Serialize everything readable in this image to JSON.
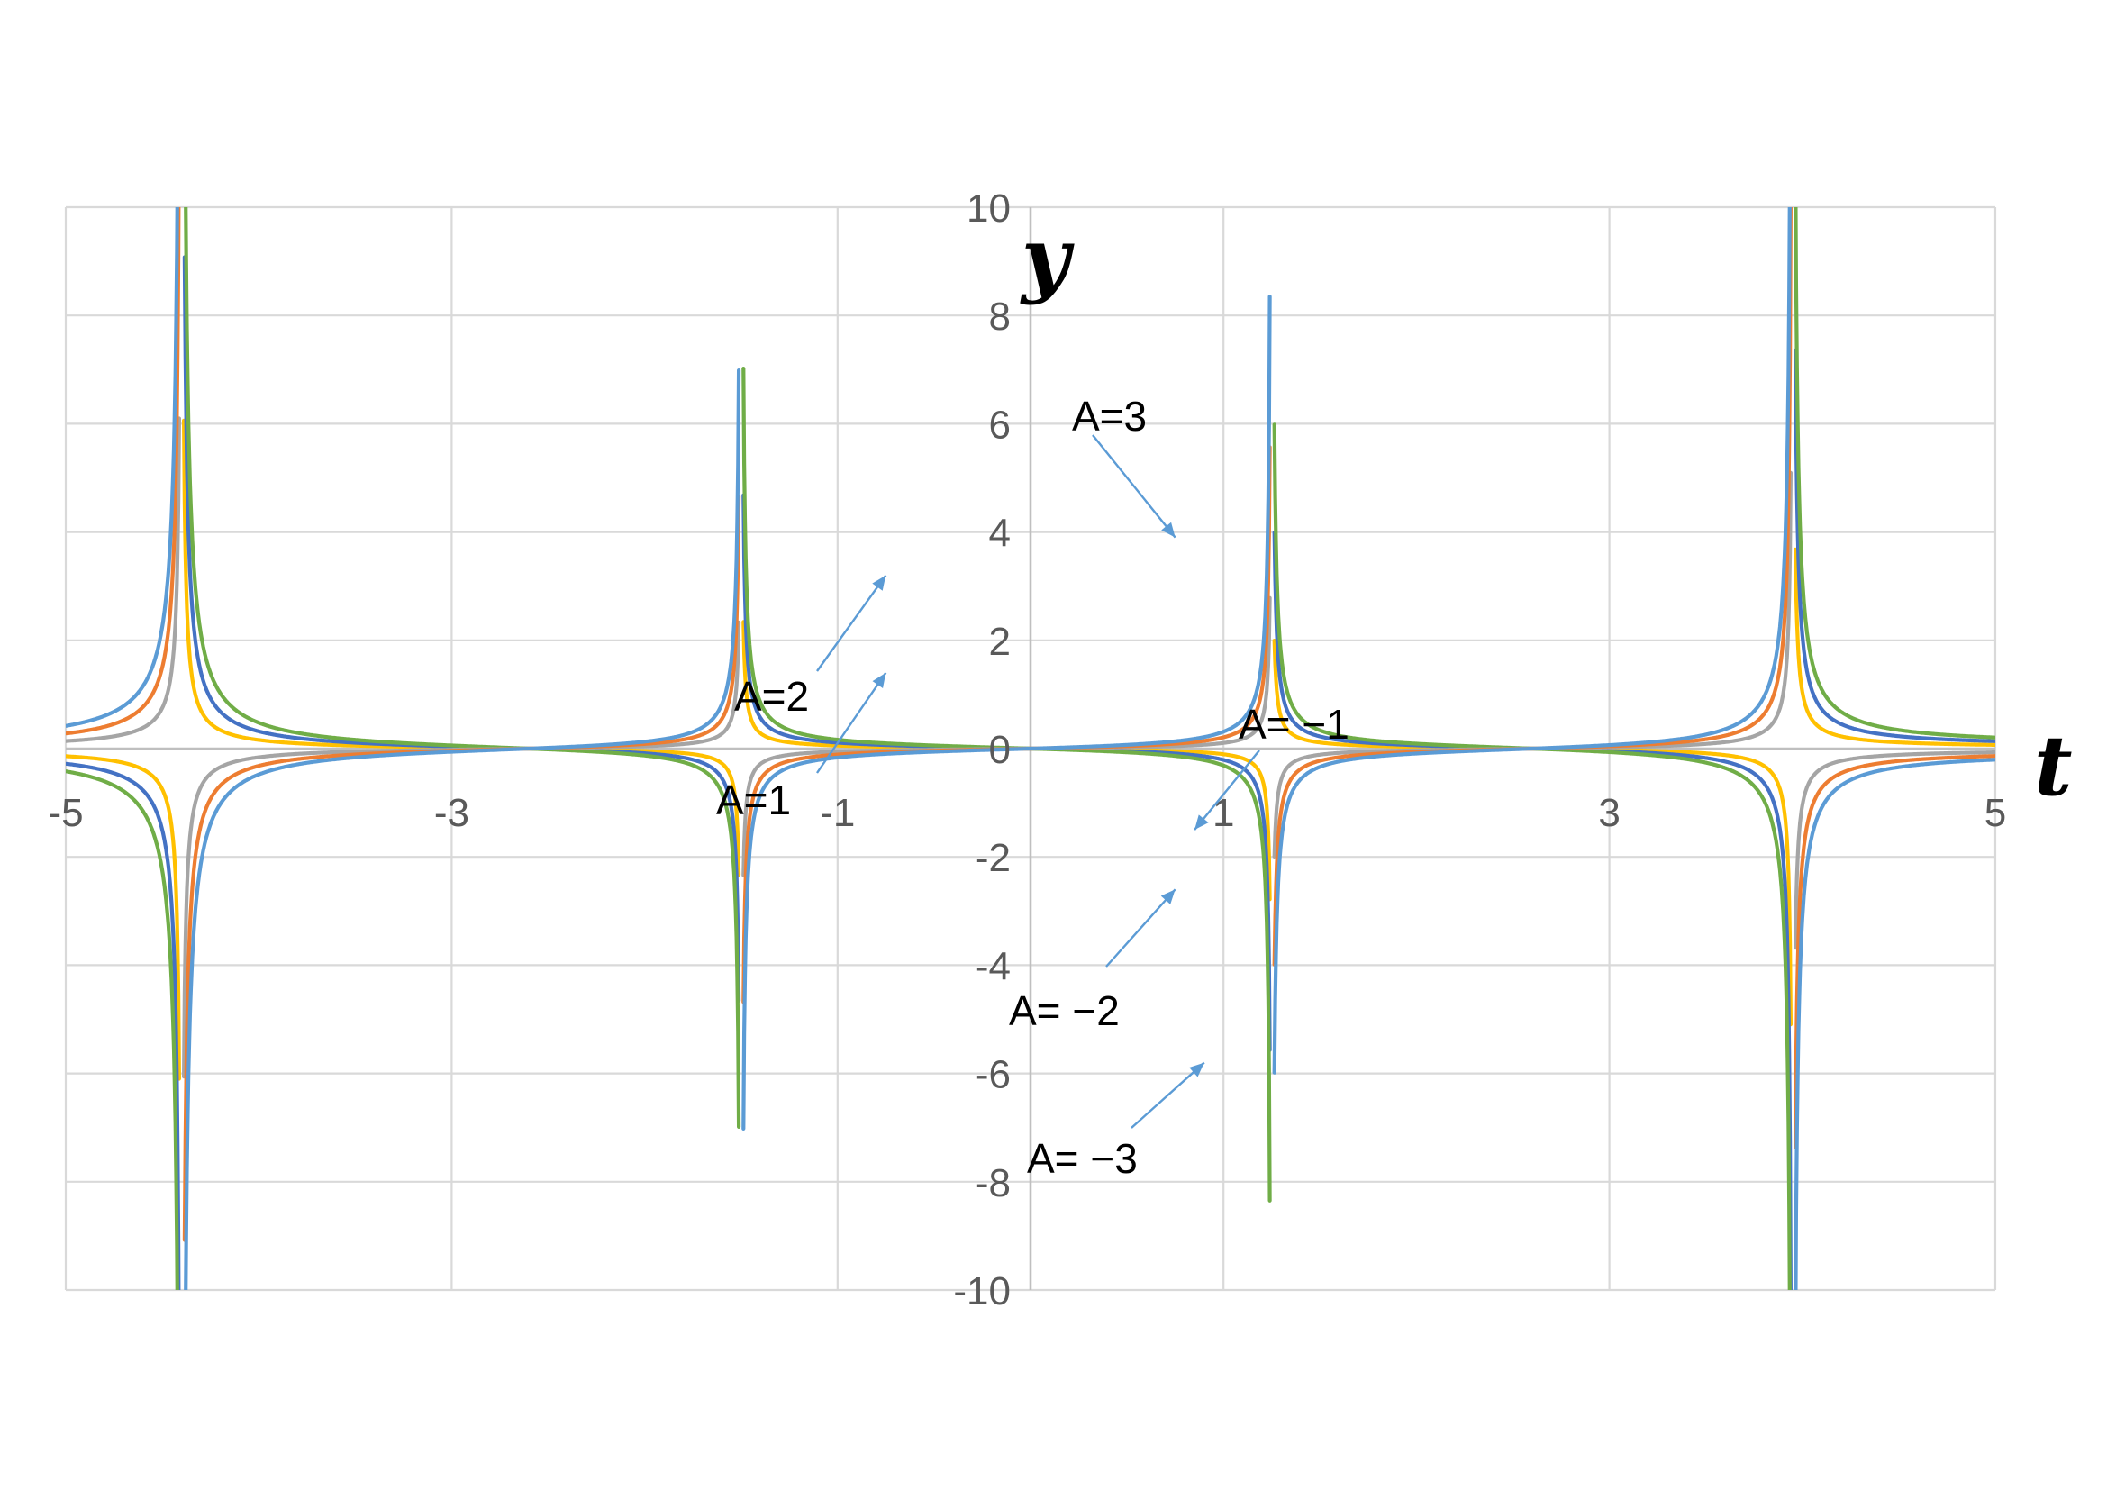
{
  "chart_data": {
    "type": "line",
    "title": "",
    "xlabel": "t",
    "ylabel": "y",
    "xlim": [
      -5,
      5
    ],
    "ylim": [
      -10,
      10
    ],
    "grid": true,
    "legend": "none",
    "x_ticks": [
      {
        "value": -5,
        "label": "-5"
      },
      {
        "value": -3,
        "label": "-3"
      },
      {
        "value": -1,
        "label": "-1"
      },
      {
        "value": 1,
        "label": "1"
      },
      {
        "value": 3,
        "label": "3"
      },
      {
        "value": 5,
        "label": "5"
      }
    ],
    "y_ticks": [
      {
        "value": 10,
        "label": "10"
      },
      {
        "value": 8,
        "label": "8"
      },
      {
        "value": 6,
        "label": "6"
      },
      {
        "value": 4,
        "label": "4"
      },
      {
        "value": 2,
        "label": "2"
      },
      {
        "value": 0,
        "label": "0"
      },
      {
        "value": -2,
        "label": "-2"
      },
      {
        "value": -4,
        "label": "-4"
      },
      {
        "value": -6,
        "label": "-6"
      },
      {
        "value": -8,
        "label": "-8"
      },
      {
        "value": -10,
        "label": "-10"
      }
    ],
    "zero_crossings": [
      -2.6,
      0,
      2.6
    ],
    "poles": [
      -4.4,
      -1.5,
      1.25,
      3.95
    ],
    "series": [
      {
        "A": 1,
        "color": "#ffc000"
      },
      {
        "A": 2,
        "color": "#4472c4"
      },
      {
        "A": 3,
        "color": "#70ad47"
      },
      {
        "A": -1,
        "color": "#a5a5a5"
      },
      {
        "A": -2,
        "color": "#ed7d31"
      },
      {
        "A": -3,
        "color": "#5b9bd5"
      }
    ],
    "annotations": [
      {
        "label": "A=3",
        "target": [
          0.75,
          3.9
        ]
      },
      {
        "label": "A=2",
        "target": [
          -0.75,
          3.2
        ]
      },
      {
        "label": "A=1",
        "target": [
          -0.75,
          1.4
        ]
      },
      {
        "label": "A= −1",
        "target": [
          0.85,
          -1.5
        ]
      },
      {
        "label": "A= −2",
        "target": [
          0.75,
          -2.6
        ]
      },
      {
        "label": "A= −3",
        "target": [
          0.9,
          -5.8
        ]
      }
    ]
  }
}
